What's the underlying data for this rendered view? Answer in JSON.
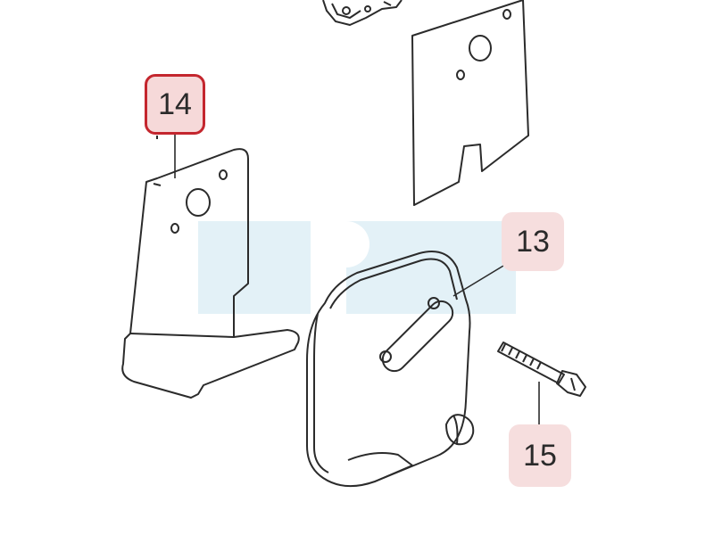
{
  "callouts": {
    "part14": {
      "number": "14",
      "selected": true
    },
    "part13": {
      "number": "13",
      "selected": false
    },
    "part15": {
      "number": "15",
      "selected": false
    }
  },
  "colors": {
    "line": "#2b2b2b",
    "watermark": "#e3f1f7",
    "callout_bg": "#f6dede",
    "selected_border": "#c4262e"
  }
}
